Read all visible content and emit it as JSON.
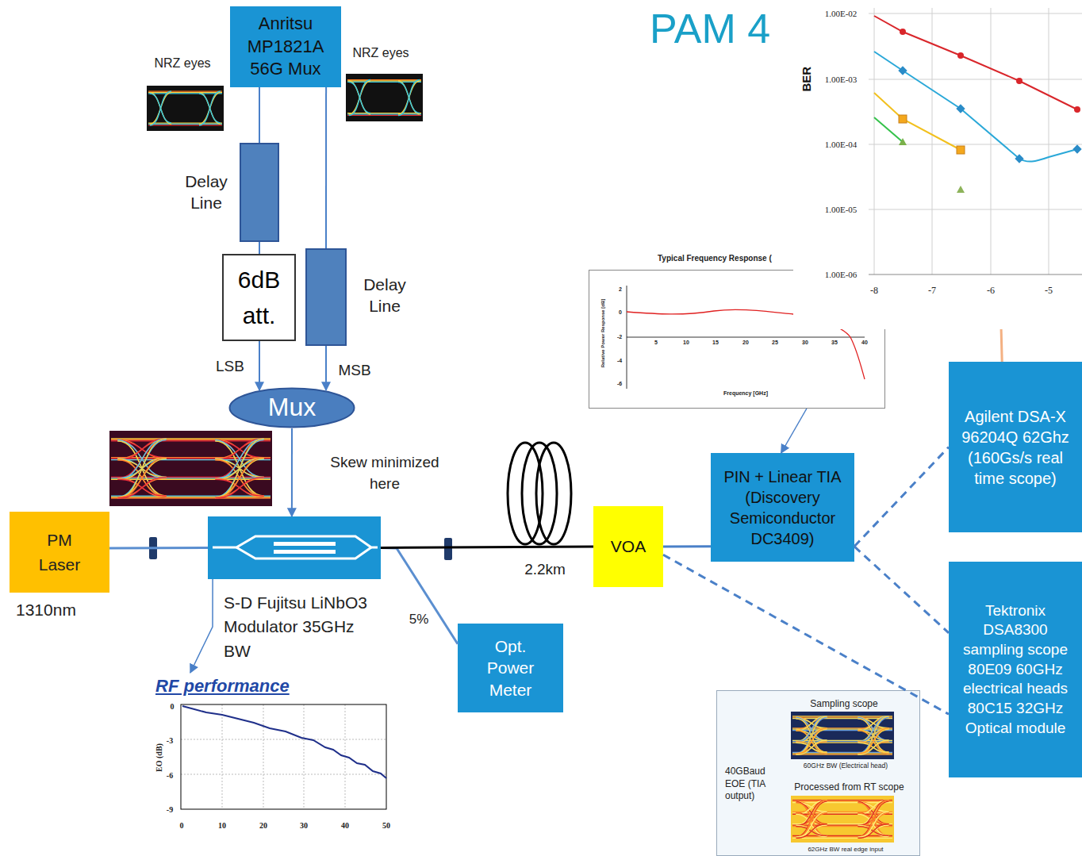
{
  "diagram": {
    "nodes": [
      {
        "text": [
          "Anritsu MP1821A 56G Mux"
        ]
      },
      {
        "text": [
          "Delay Line"
        ]
      },
      {
        "text": [
          "6dB att."
        ]
      },
      {
        "text": [
          "Delay Line"
        ]
      },
      {
        "text": [
          "Mux"
        ]
      },
      {
        "text": [
          "PM Laser",
          "1310nm"
        ]
      },
      {
        "text": [
          "S-D Fujitsu LiNbO3 Modulator 35GHz BW"
        ]
      },
      {
        "text": [
          "Opt. Power Meter"
        ]
      },
      {
        "text": [
          "VOA"
        ]
      },
      {
        "text": [
          "PIN + Linear TIA (Discovery Semiconductor DC3409)"
        ]
      },
      {
        "text": [
          "Agilent DSA-X 96204Q 62Ghz (160Gs/s real time scope)"
        ]
      },
      {
        "text": [
          "Tektronix DSA8300 sampling scope 80E09 60GHz electrical heads 80C15 32GHz Optical module"
        ]
      },
      {
        "text": [
          "Sampling scope",
          "60GHz BW (Electrical head)",
          "40GBaud EOE (TIA output)",
          "Processed from RT scope",
          "62GHz BW real edge input"
        ]
      },
      {
        "text": [
          "Typical Frequency Response ("
        ]
      },
      {
        "text": [
          "BER"
        ]
      },
      {
        "text": [
          "RF performance"
        ]
      }
    ],
    "edges": [
      {
        "from": 0,
        "to": 1,
        "arrow": "none"
      },
      {
        "from": 1,
        "to": 2,
        "arrow": "none"
      },
      {
        "from": 2,
        "to": 4,
        "arrow": "to",
        "label": "LSB"
      },
      {
        "from": 0,
        "to": 3,
        "arrow": "none"
      },
      {
        "from": 3,
        "to": 4,
        "arrow": "to",
        "label": "MSB"
      },
      {
        "from": 4,
        "to": 6,
        "arrow": "to"
      },
      {
        "from": 5,
        "to": 6,
        "arrow": "none"
      },
      {
        "from": 6,
        "to": 7,
        "arrow": "none",
        "label": "5%"
      },
      {
        "from": 6,
        "to": 8,
        "arrow": "none",
        "label": "2.2km"
      },
      {
        "from": 8,
        "to": 9,
        "arrow": "none"
      },
      {
        "from": 9,
        "to": 10,
        "arrow": "none"
      },
      {
        "from": 9,
        "to": 11,
        "arrow": "none"
      },
      {
        "from": 8,
        "to": 11,
        "arrow": "none"
      },
      {
        "from": 13,
        "to": 9,
        "arrow": "to"
      },
      {
        "from": 14,
        "to": 10,
        "arrow": "none"
      },
      {
        "from": 6,
        "to": 15,
        "arrow": "to"
      }
    ],
    "labels": [
      "NRZ eyes",
      "NRZ eyes",
      "PAM 4",
      "Skew minimized here",
      "1.00E-02",
      "1.00E-03",
      "1.00E-04",
      "1.00E-05",
      "1.00E-06",
      "-8",
      "-7",
      "-6",
      "-5",
      "2",
      "0",
      "-2",
      "-4",
      "-6",
      "5",
      "10",
      "15",
      "20",
      "25",
      "30",
      "35",
      "40",
      "Relative Power Response [dB]",
      "Frequency [GHz]",
      "0",
      "-3",
      "-6",
      "-9",
      "0",
      "10",
      "20",
      "30",
      "40",
      "50",
      "EO (dB)"
    ]
  }
}
